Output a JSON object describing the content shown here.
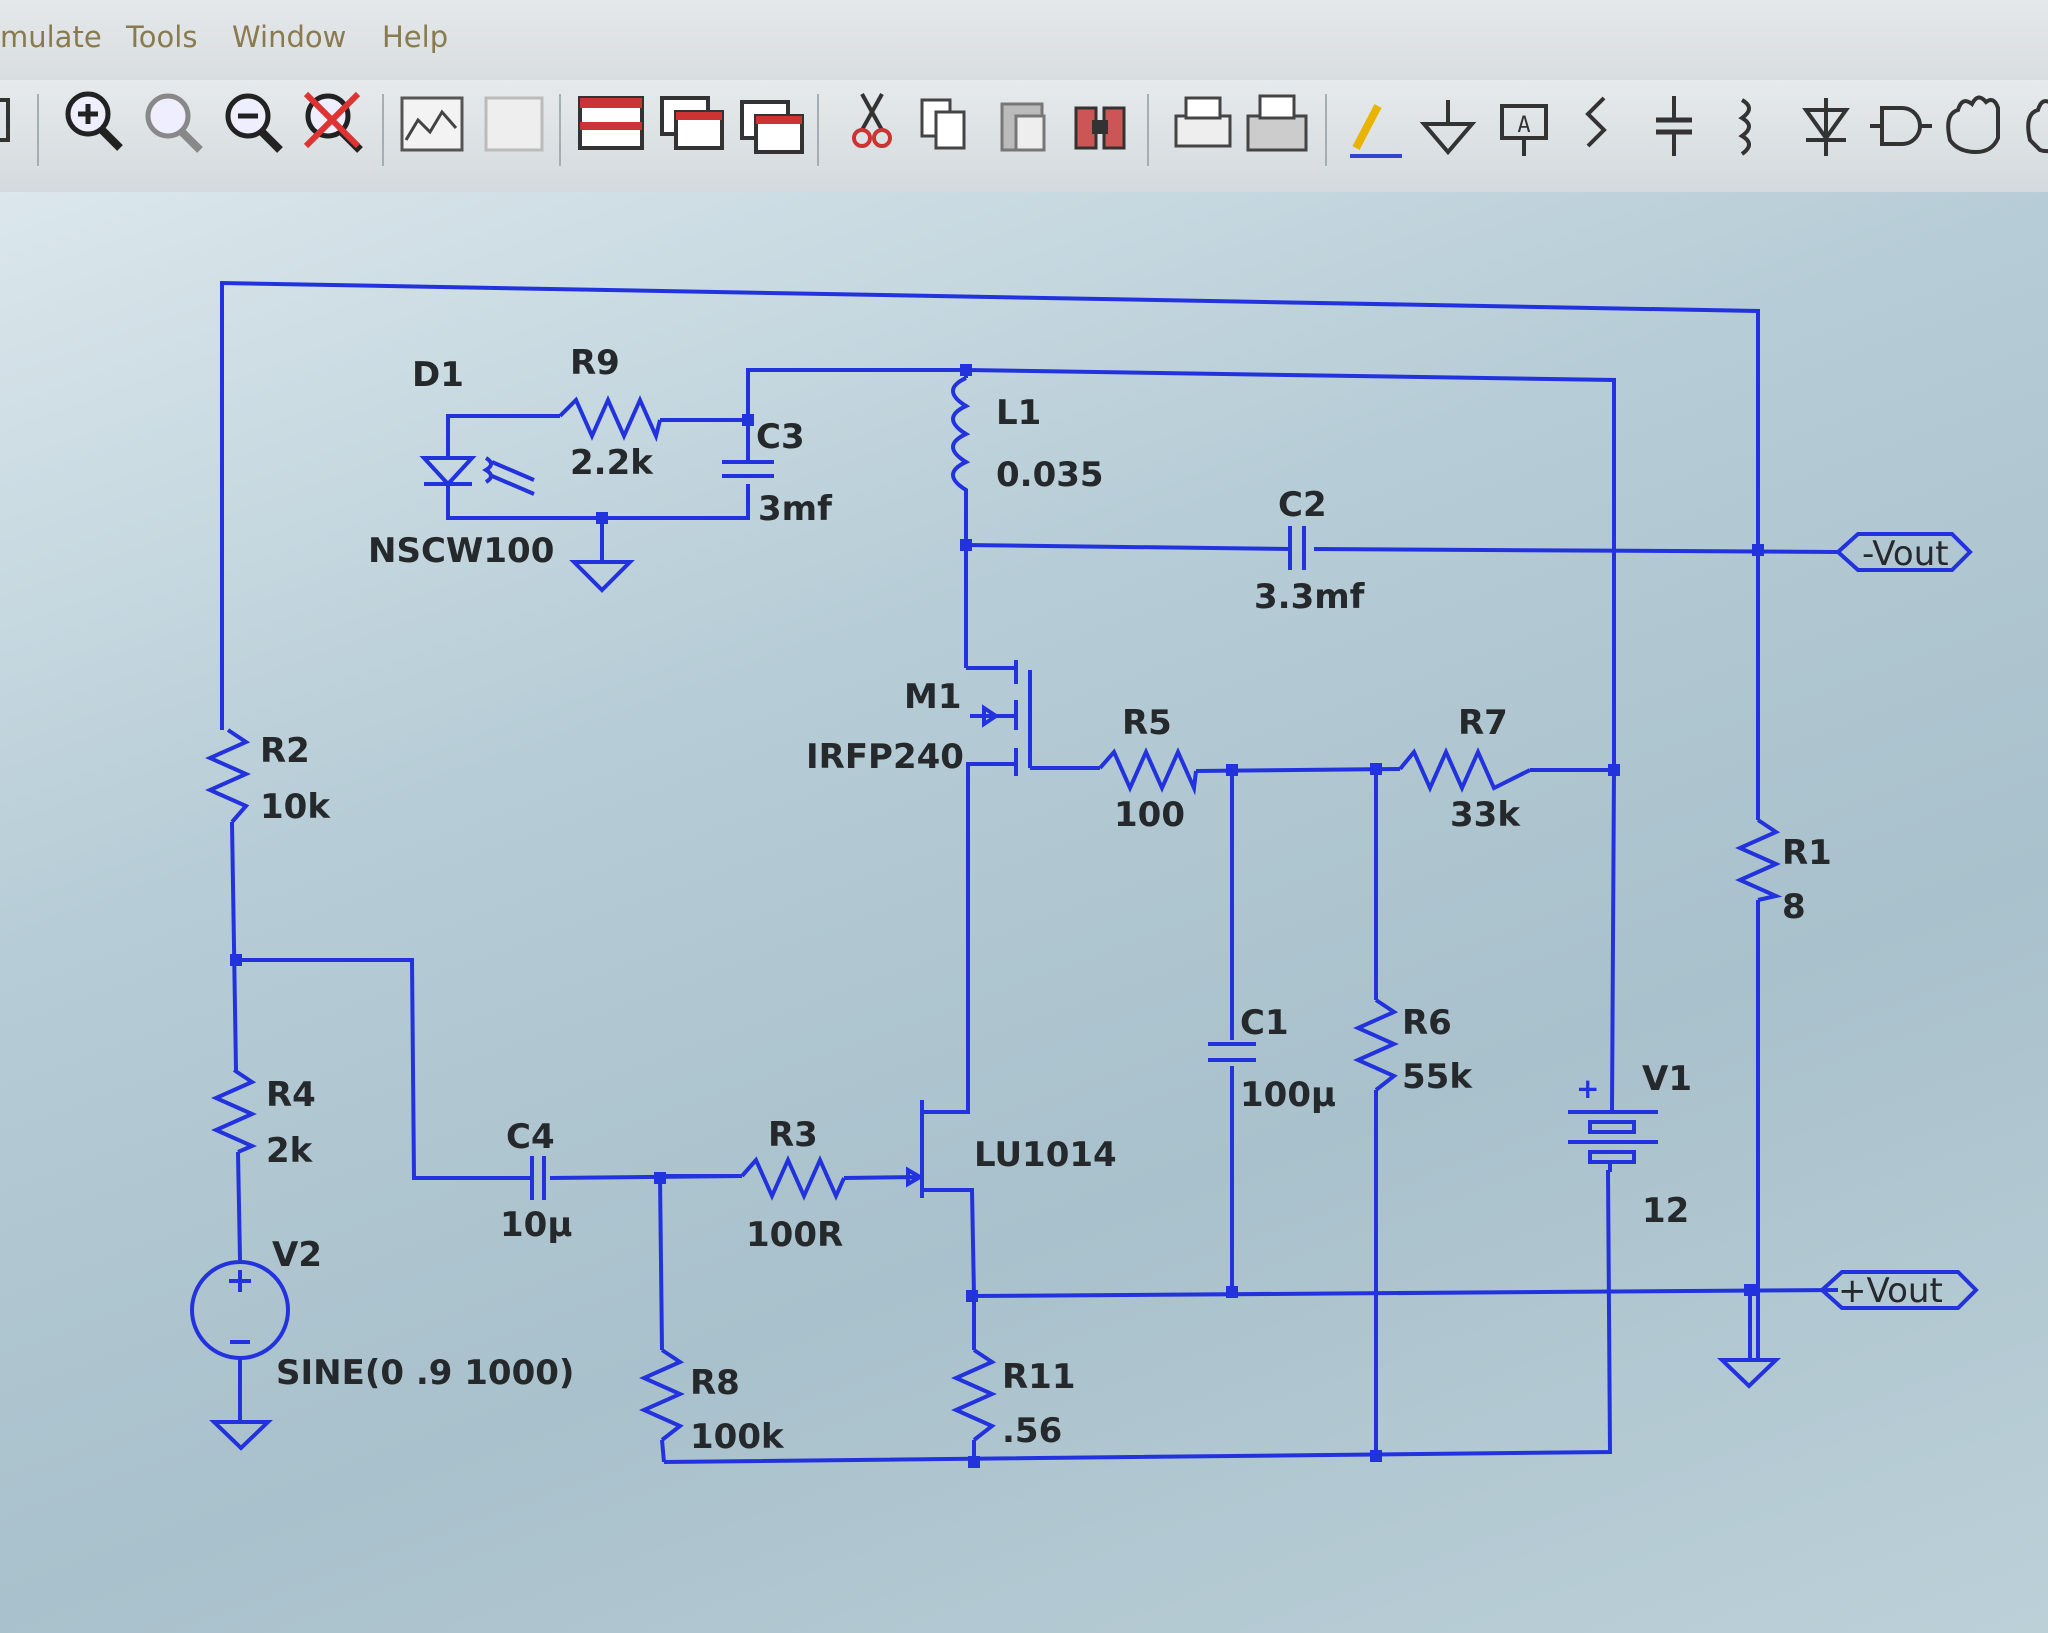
{
  "menu": {
    "items": [
      "mulate",
      "Tools",
      "Window",
      "Help"
    ]
  },
  "toolbar": {
    "buttons": [
      {
        "icon": "partial-icon"
      },
      {
        "icon": "zoom-in-icon"
      },
      {
        "icon": "zoom-full-icon"
      },
      {
        "icon": "zoom-out-icon"
      },
      {
        "icon": "zoom-cancel-icon"
      },
      {
        "icon": "waveform-icon"
      },
      {
        "icon": "waveform-disabled-icon"
      },
      {
        "icon": "tile-windows-icon"
      },
      {
        "icon": "cascade-windows-icon"
      },
      {
        "icon": "close-windows-icon"
      },
      {
        "icon": "cut-icon"
      },
      {
        "icon": "copy-icon"
      },
      {
        "icon": "paste-icon"
      },
      {
        "icon": "find-icon"
      },
      {
        "icon": "print-preview-icon"
      },
      {
        "icon": "print-icon"
      },
      {
        "icon": "draw-wire-icon"
      },
      {
        "icon": "ground-icon"
      },
      {
        "icon": "label-net-icon"
      },
      {
        "icon": "resistor-icon"
      },
      {
        "icon": "capacitor-icon"
      },
      {
        "icon": "inductor-icon"
      },
      {
        "icon": "diode-icon"
      },
      {
        "icon": "component-icon"
      },
      {
        "icon": "move-hand-icon"
      },
      {
        "icon": "drag-hand-icon"
      }
    ]
  },
  "schematic": {
    "components": {
      "D1": {
        "name": "D1",
        "value": "NSCW100"
      },
      "R9": {
        "name": "R9",
        "value": "2.2k"
      },
      "C3": {
        "name": "C3",
        "value": "3mf"
      },
      "L1": {
        "name": "L1",
        "value": "0.035"
      },
      "C2": {
        "name": "C2",
        "value": "3.3mf"
      },
      "M1": {
        "name": "M1",
        "value": "IRFP240"
      },
      "R5": {
        "name": "R5",
        "value": "100"
      },
      "R7": {
        "name": "R7",
        "value": "33k"
      },
      "R2": {
        "name": "R2",
        "value": "10k"
      },
      "R1": {
        "name": "R1",
        "value": "8"
      },
      "C1": {
        "name": "C1",
        "value": "100µ"
      },
      "R6": {
        "name": "R6",
        "value": "55k"
      },
      "V1": {
        "name": "V1",
        "value": "12"
      },
      "R4": {
        "name": "R4",
        "value": "2k"
      },
      "C4": {
        "name": "C4",
        "value": "10µ"
      },
      "R3": {
        "name": "R3",
        "value": "100R"
      },
      "J1": {
        "value": "LU1014"
      },
      "V2": {
        "name": "V2",
        "value": "SINE(0 .9 1000)"
      },
      "R8": {
        "name": "R8",
        "value": "100k"
      },
      "R11": {
        "name": "R11",
        "value": ".56"
      }
    },
    "net_labels": {
      "vout_neg": "-Vout",
      "vout_pos": "+Vout"
    },
    "wire_color": "#2233dd",
    "label_color": "#26292c"
  }
}
